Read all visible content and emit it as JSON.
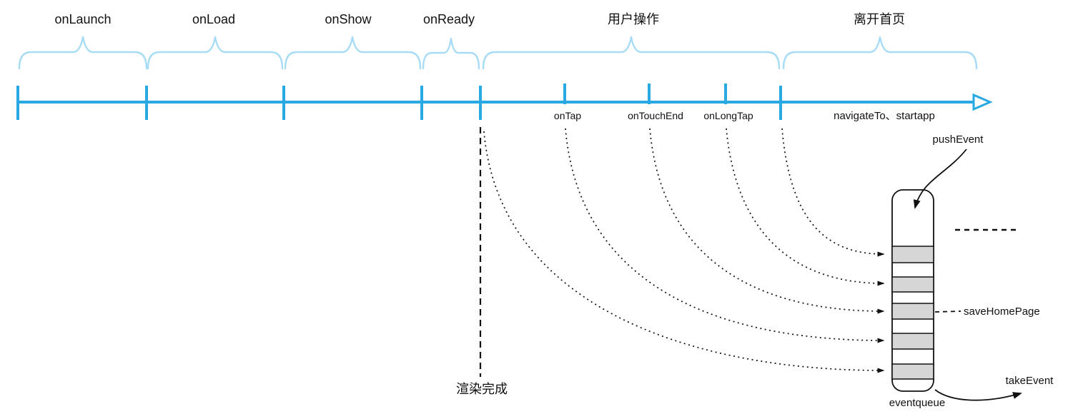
{
  "phases": [
    {
      "label": "onLaunch"
    },
    {
      "label": "onLoad"
    },
    {
      "label": "onShow"
    },
    {
      "label": "onReady"
    },
    {
      "label": "用户操作"
    },
    {
      "label": "离开首页"
    }
  ],
  "timeline": {
    "events": [
      {
        "label": "onTap"
      },
      {
        "label": "onTouchEnd"
      },
      {
        "label": "onLongTap"
      }
    ],
    "leave_actions_label": "navigateTo、startapp",
    "render_complete_label": "渲染完成"
  },
  "queue": {
    "name_label": "eventqueue",
    "push_label": "pushEvent",
    "take_label": "takeEvent",
    "save_label": "saveHomePage",
    "slot_count": 5
  },
  "colors": {
    "timeline_blue": "#29A9E1",
    "brace_blue": "#A8DCF5",
    "slot_gray": "#D6D6D6",
    "ink": "#111111"
  }
}
